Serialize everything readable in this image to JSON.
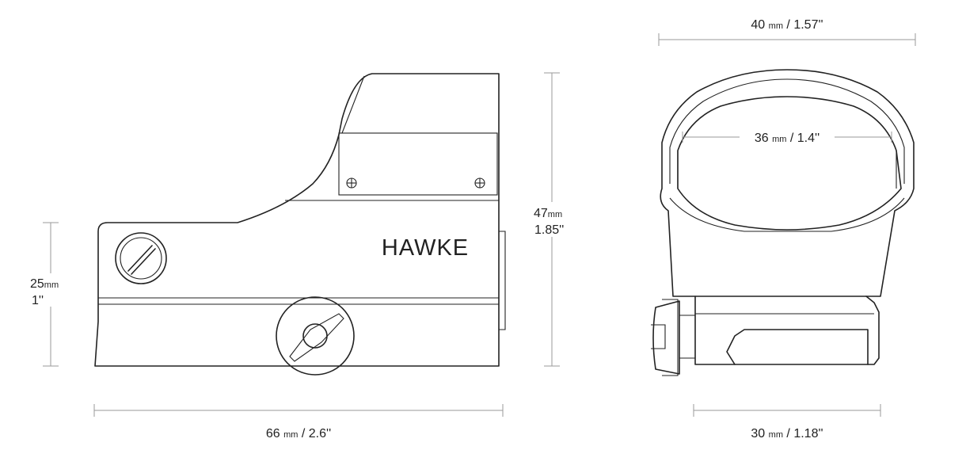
{
  "brand": {
    "logo_text": "HAWKE"
  },
  "dimensions": {
    "side_height": {
      "value": "25",
      "unit": "mm",
      "imperial": "1''"
    },
    "side_length": {
      "value": "66",
      "unit": "mm",
      "imperial": "2.6''",
      "sep": " / "
    },
    "total_height": {
      "value": "47",
      "unit": "mm",
      "imperial": "1.85''"
    },
    "front_width": {
      "value": "40",
      "unit": "mm",
      "imperial": "1.57''",
      "sep": " / "
    },
    "lens_width": {
      "value": "36",
      "unit": "mm",
      "imperial": "1.4''",
      "sep": " / "
    },
    "base_width": {
      "value": "30",
      "unit": "mm",
      "imperial": "1.18''",
      "sep": " / "
    }
  },
  "colors": {
    "outline": "#222222",
    "dimension_line": "#9a9a9a",
    "background": "#ffffff"
  }
}
